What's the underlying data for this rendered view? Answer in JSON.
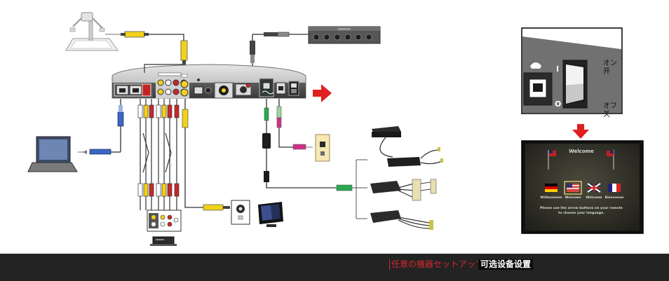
{
  "switch_panel": {
    "on_label_line1": "オン",
    "on_label_line2": "开",
    "off_label_line1": "オフ",
    "off_label_line2": "关",
    "on_symbol": "I",
    "off_symbol": "O"
  },
  "welcome_screen": {
    "title": "Welcome",
    "languages": [
      "Willkommen",
      "Welcome",
      "Welcome",
      "Bienvenue"
    ],
    "instruction_line1": "Please use the arrow buttons on your remote",
    "instruction_line2": "to choose your language."
  },
  "footer": {
    "link_ja": "任意の機器セットアップ",
    "link_zh": "可选设备设置"
  },
  "colors": {
    "arrow": "#e02020",
    "footer_bg": "#232323",
    "footer_link": "#d8282e",
    "cable_yellow": "#f2d21a",
    "cable_green": "#29a84f",
    "cable_blue": "#3a66c4",
    "cable_magenta": "#d0308a"
  },
  "icons": [
    "document-camera-icon",
    "audio-mixer-icon",
    "laptop-icon",
    "vcr-icon",
    "tv-monitor-icon",
    "phone-jack-icon",
    "subwoofer-module-icon",
    "power-switch-icon"
  ]
}
